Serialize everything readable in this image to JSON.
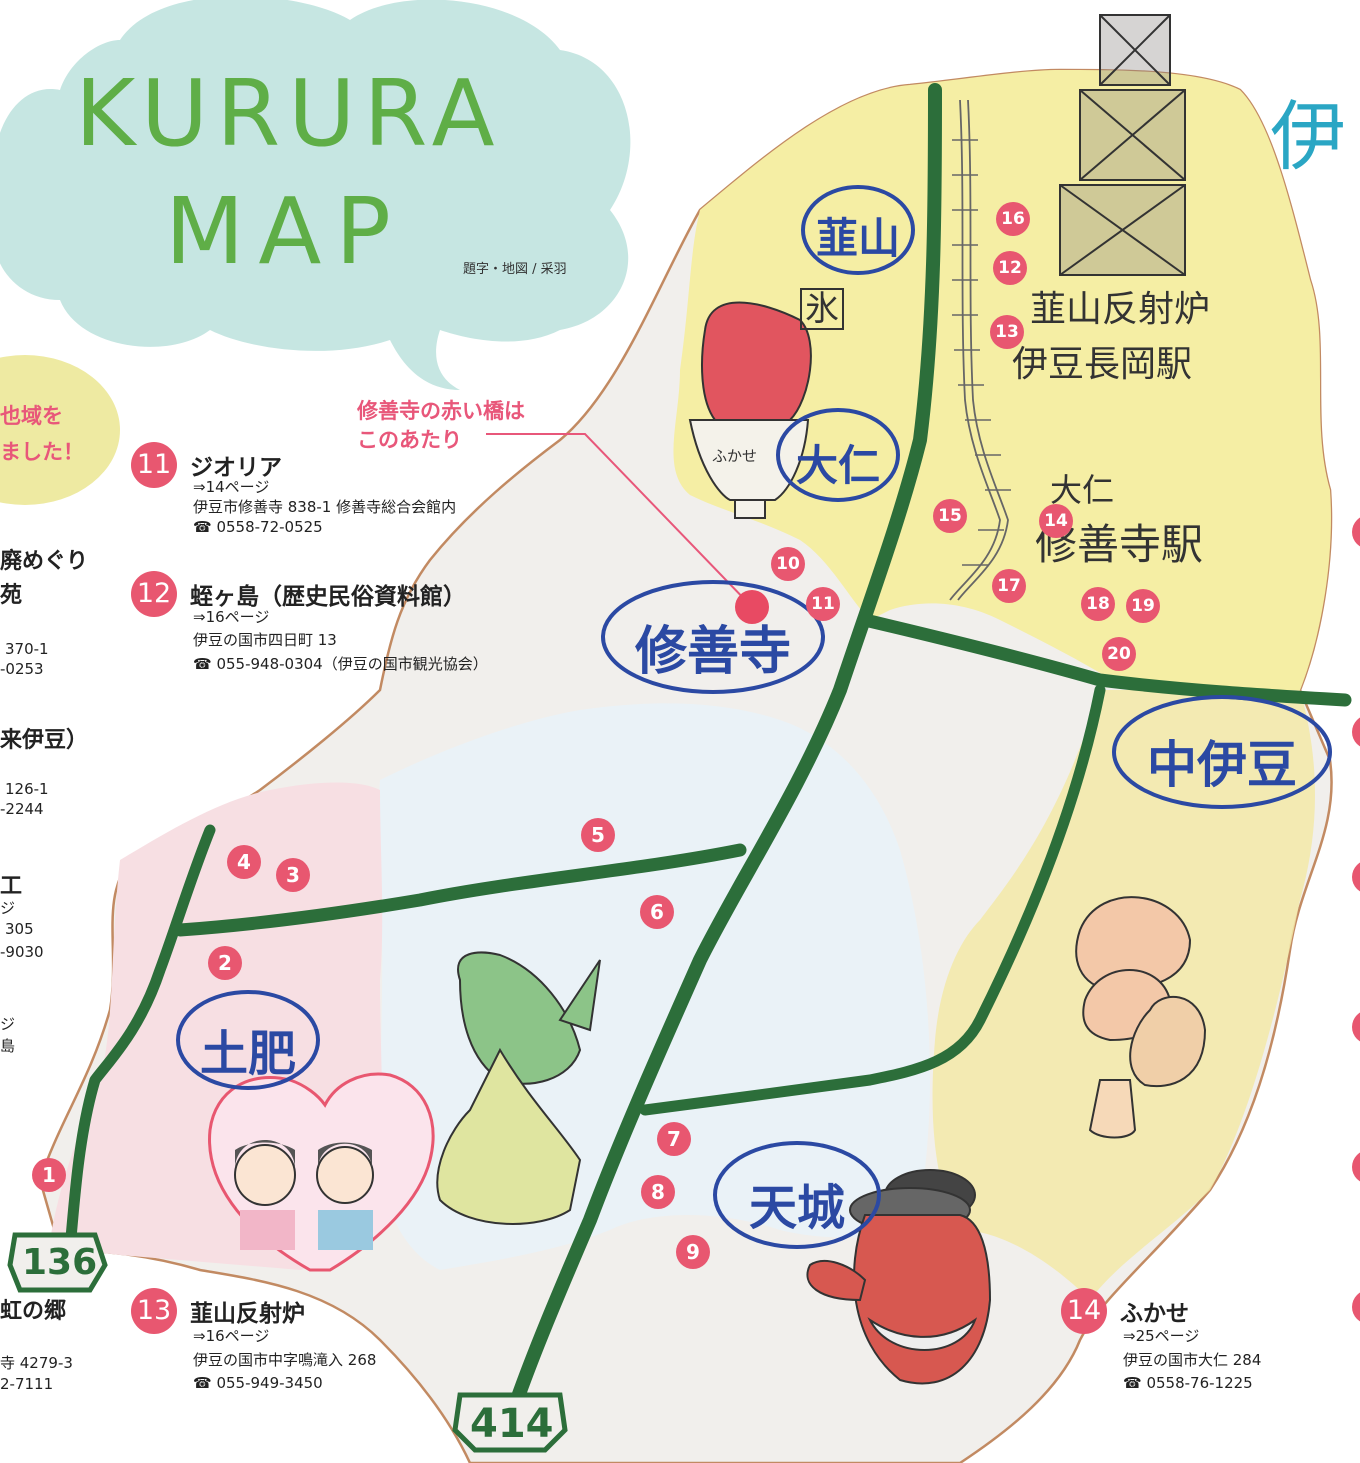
{
  "title": {
    "line1": "KURURA",
    "line2": "MAP",
    "credit": "題字・地図 / 采羽"
  },
  "colors": {
    "road": "#2c6e3a",
    "badge": "#e85770",
    "region_text": "#2b49a3",
    "callout": "#e8577a",
    "cloud": "#c6e6e2",
    "yellow_area": "#f5eea4",
    "pink_area": "#f7dfe3",
    "blue_area": "#eaf2f7",
    "gray_area": "#f1efec"
  },
  "route_signs": [
    "136",
    "414"
  ],
  "regions": {
    "nirayama": "韮山",
    "ohito": "大仁",
    "shuzenji": "修善寺",
    "nakaizu": "中伊豆",
    "toi": "土肥",
    "amagi": "天城"
  },
  "landmarks": {
    "ice_cream_label": "ふかせ",
    "ice_sign": "氷",
    "reverberatory": "韮山反射炉",
    "izu_nagaoka_station": "伊豆長岡駅",
    "ohito_station": "大仁",
    "shuzenji_station": "修善寺駅"
  },
  "callout": {
    "line1": "修善寺の赤い橋は",
    "line2": "このあたり"
  },
  "markers": [
    "1",
    "2",
    "3",
    "4",
    "5",
    "6",
    "7",
    "8",
    "9",
    "10",
    "11",
    "12",
    "13",
    "14",
    "15",
    "16",
    "17",
    "18",
    "19",
    "20"
  ],
  "entries": [
    {
      "num": "11",
      "name": "ジオリア",
      "page": "⇒14ページ",
      "address": "伊豆市修善寺 838-1 修善寺総合会館内",
      "phone": "☎ 0558-72-0525"
    },
    {
      "num": "12",
      "name": "蛭ヶ島（歴史民俗資料館）",
      "page": "⇒16ページ",
      "address": "伊豆の国市四日町 13",
      "phone": "☎ 055-948-0304（伊豆の国市観光協会）"
    },
    {
      "num": "13",
      "name": "韮山反射炉",
      "page": "⇒16ページ",
      "address": "伊豆の国市中字鳴滝入 268",
      "phone": "☎ 055-949-3450"
    },
    {
      "num": "14",
      "name": "ふかせ",
      "page": "⇒25ページ",
      "address": "伊豆の国市大仁 284",
      "phone": "☎ 0558-76-1225"
    }
  ],
  "left_fragments": {
    "bubble1": "也域を",
    "bubble2": "ました！",
    "f1": "廃めぐり",
    "f2": "苑",
    "f3": "370-1",
    "f4": "-0253",
    "f5": "来伊豆）",
    "f6": "126-1",
    "f7": "-2244",
    "f8": "工",
    "f9": "ジ",
    "f10": "305",
    "f11": "-9030",
    "f12": "ジ",
    "f13": "島",
    "f14": "虹の郷",
    "f15": "寺 4279-3",
    "f16": "2-7111"
  },
  "right_fragment": "伊"
}
